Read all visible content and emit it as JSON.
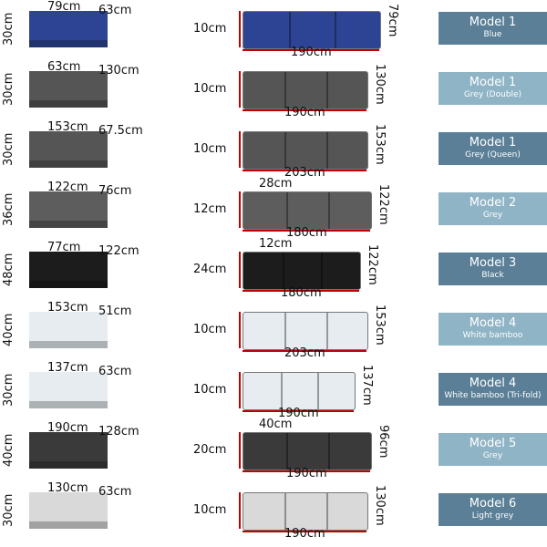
{
  "rows": [
    {
      "model": "Model 1",
      "variant": "Blue",
      "color": "#2d4494",
      "folded": {
        "a": "79cm",
        "b": "63cm",
        "h": "30cm"
      },
      "unfolded": {
        "l": "190cm",
        "w": "79cm",
        "h": "10cm"
      }
    },
    {
      "model": "Model 1",
      "variant": "Grey (Double)",
      "color": "#555555",
      "folded": {
        "a": "63cm",
        "b": "130cm",
        "h": "30cm"
      },
      "unfolded": {
        "l": "190cm",
        "w": "130cm",
        "h": "10cm"
      }
    },
    {
      "model": "Model 1",
      "variant": "Grey (Queen)",
      "color": "#555555",
      "folded": {
        "a": "153cm",
        "b": "67.5cm",
        "h": "30cm"
      },
      "unfolded": {
        "l": "203cm",
        "w": "153cm",
        "h": "10cm"
      }
    },
    {
      "model": "Model 2",
      "variant": "Grey",
      "color": "#5d5d5d",
      "folded": {
        "a": "122cm",
        "b": "76cm",
        "h": "36cm"
      },
      "unfolded": {
        "l": "180cm",
        "w": "122cm",
        "h": "12cm",
        "x": "28cm"
      }
    },
    {
      "model": "Model 3",
      "variant": "Black",
      "color": "#1c1c1c",
      "folded": {
        "a": "77cm",
        "b": "122cm",
        "h": "48cm"
      },
      "unfolded": {
        "l": "180cm",
        "w": "122cm",
        "h": "24cm",
        "x": "12cm"
      }
    },
    {
      "model": "Model 4",
      "variant": "White bamboo",
      "color": "#e6ecef",
      "folded": {
        "a": "153cm",
        "b": "51cm",
        "h": "40cm"
      },
      "unfolded": {
        "l": "203cm",
        "w": "153cm",
        "h": "10cm"
      }
    },
    {
      "model": "Model 4",
      "variant": "White bamboo (Tri-fold)",
      "color": "#e6ecef",
      "folded": {
        "a": "137cm",
        "b": "63cm",
        "h": "30cm"
      },
      "unfolded": {
        "l": "190cm",
        "w": "137cm",
        "h": "10cm"
      }
    },
    {
      "model": "Model 5",
      "variant": "Grey",
      "color": "#3a3a3a",
      "folded": {
        "a": "190cm",
        "b": "128cm",
        "h": "40cm"
      },
      "unfolded": {
        "l": "190cm",
        "w": "96cm",
        "h": "20cm",
        "x": "40cm"
      }
    },
    {
      "model": "Model 6",
      "variant": "Light grey",
      "color": "#d9d9d9",
      "folded": {
        "a": "130cm",
        "b": "63cm",
        "h": "30cm"
      },
      "unfolded": {
        "l": "190cm",
        "w": "130cm",
        "h": "10cm"
      }
    }
  ]
}
